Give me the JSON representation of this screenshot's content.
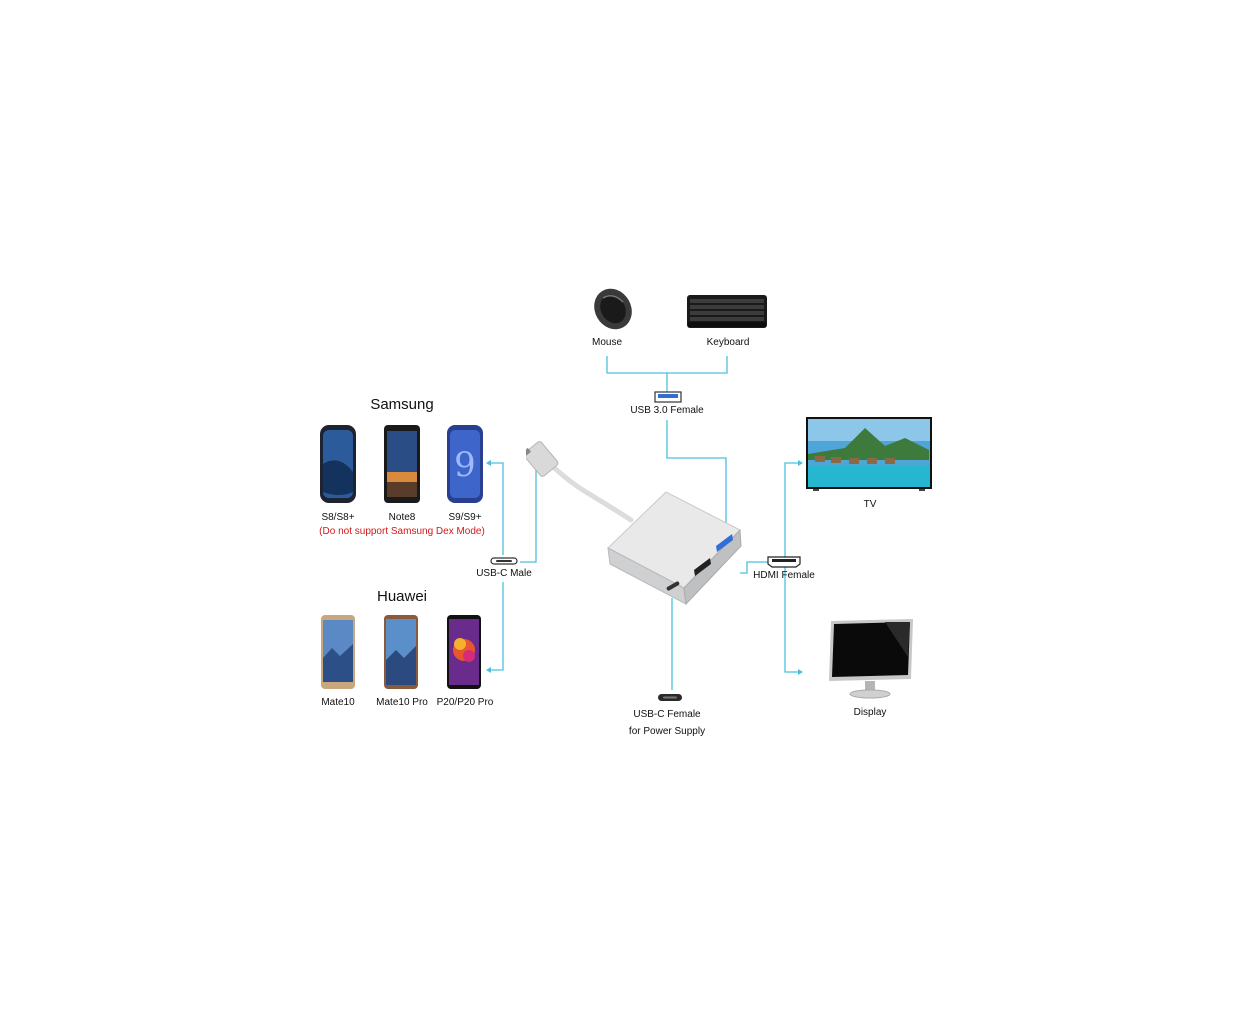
{
  "samsung": {
    "heading": "Samsung",
    "phones": [
      "S8/S8+",
      "Note8",
      "S9/S9+"
    ],
    "note": "(Do not support Samsung Dex Mode)"
  },
  "huawei": {
    "heading": "Huawei",
    "phones": [
      "Mate10",
      "Mate10 Pro",
      "P20/P20 Pro"
    ]
  },
  "peripherals": {
    "mouse": "Mouse",
    "keyboard": "Keyboard",
    "tv": "TV",
    "display": "Display"
  },
  "ports": {
    "usb3": "USB 3.0 Female",
    "usbc_male": "USB-C Male",
    "hdmi": "HDMI Female",
    "usbc_female_line1": "USB-C Female",
    "usbc_female_line2": "for Power Supply"
  },
  "colors": {
    "wire": "#4bbfe0"
  }
}
